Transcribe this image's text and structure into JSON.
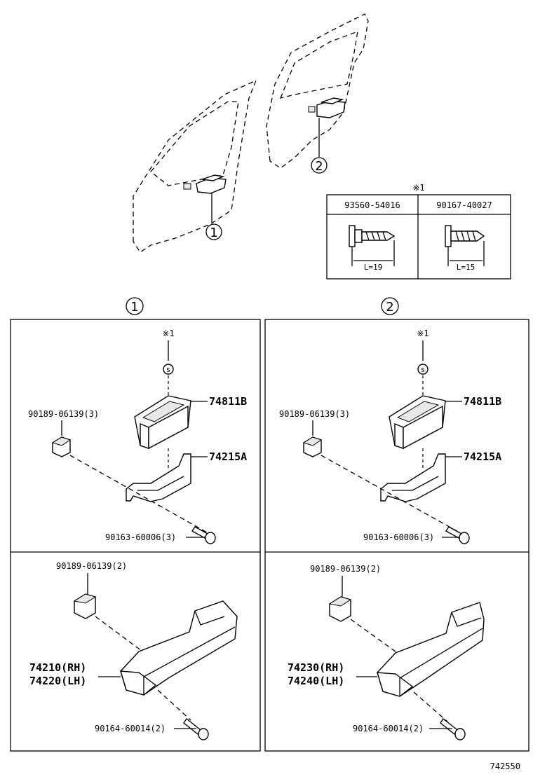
{
  "callouts": {
    "one": "1",
    "two": "2"
  },
  "table": {
    "mark": "※1",
    "col1": {
      "part": "93560-54016",
      "length": "L=19"
    },
    "col2": {
      "part": "90167-40027",
      "length": "L=15"
    }
  },
  "panel1": {
    "mark": "※1",
    "switch": "74811B",
    "bracket": "74215A",
    "clip": "90189-06139(3)",
    "screw": "90163-60006(3)",
    "clip2": "90189-06139(2)",
    "handle_rh": "74210(RH)",
    "handle_lh": "74220(LH)",
    "screw2": "90164-60014(2)"
  },
  "panel2": {
    "mark": "※1",
    "switch": "74811B",
    "bracket": "74215A",
    "clip": "90189-06139(3)",
    "screw": "90163-60006(3)",
    "clip2": "90189-06139(2)",
    "handle_rh": "74230(RH)",
    "handle_lh": "74240(LH)",
    "screw2": "90164-60014(2)"
  },
  "figure_id": "742550"
}
